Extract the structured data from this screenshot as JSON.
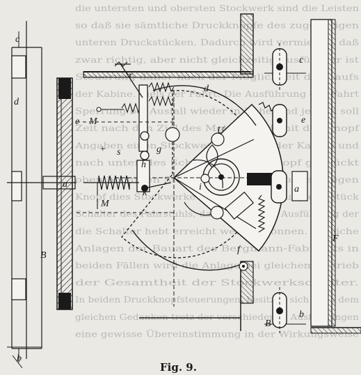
{
  "figure": {
    "caption": "Fig. 9.",
    "labels": {
      "c_left": "c",
      "d_left": "d",
      "a_left": "a",
      "B_left": "B",
      "b_left": "b",
      "r": "r",
      "e_mid": "e",
      "M_top": "M",
      "plus": "+",
      "s": "s",
      "g": "g",
      "h": "h",
      "k": "k",
      "M_bottom": "M",
      "d_disk": "d",
      "U": "U",
      "i": "i",
      "f": "f",
      "c_right": "c",
      "e_right": "e",
      "a_right": "a",
      "b_right": "b",
      "F": "F",
      "B_bottom": "B"
    }
  },
  "bleed_through_text": [
    "die untersten und obersten Stockwerk sind die Leisten",
    "so daß sie sämtliche Druckknöpfe des zugehörigen",
    "unteren Druckstücken. Dadurch wird vermieden, daß",
    "zwar richtig, aber nicht gleichzeitig ausführbar ist",
    "Steuerung daher nach der Möglichkeit des Laufs",
    "der Kabine. Ziels der Fahrt. Die Ausführung der Fahrt",
    "Sperrung bei Ausfall wieder in Ruhe sind jedoch soll",
    "Zeit nach den Ziel des Motors ist damit der Knopf",
    "Angaben einen Stockwerkschalters, der Kabine und",
    "nach unten des Schalter ist der Knopf gedrückt",
    "oben bis unten Stockwerk Druckknöpfe entgegen",
    "Knopf dies Stockwerke durch die Schaltung der Stück",
    "Schalter des Fahrstuhls, daß die richtige Ausführung der",
    "die Schalter hebt erreicht werden können. Ähnliche",
    "Anlagen der Bauart des Bergmann-Fabrikats in",
    "beiden Fällen wird die Anlage bei gleichem Antrieb",
    "der Gesamtheit der Stockwerkschalter.",
    "In beiden Druckknopfsteuerungen, besitzen sich nach dem",
    "gleichen Gedanken trotz der verschiedenen Ausführungen",
    "eine gewisse Übereinstimmung in der Wirkungsweise"
  ]
}
